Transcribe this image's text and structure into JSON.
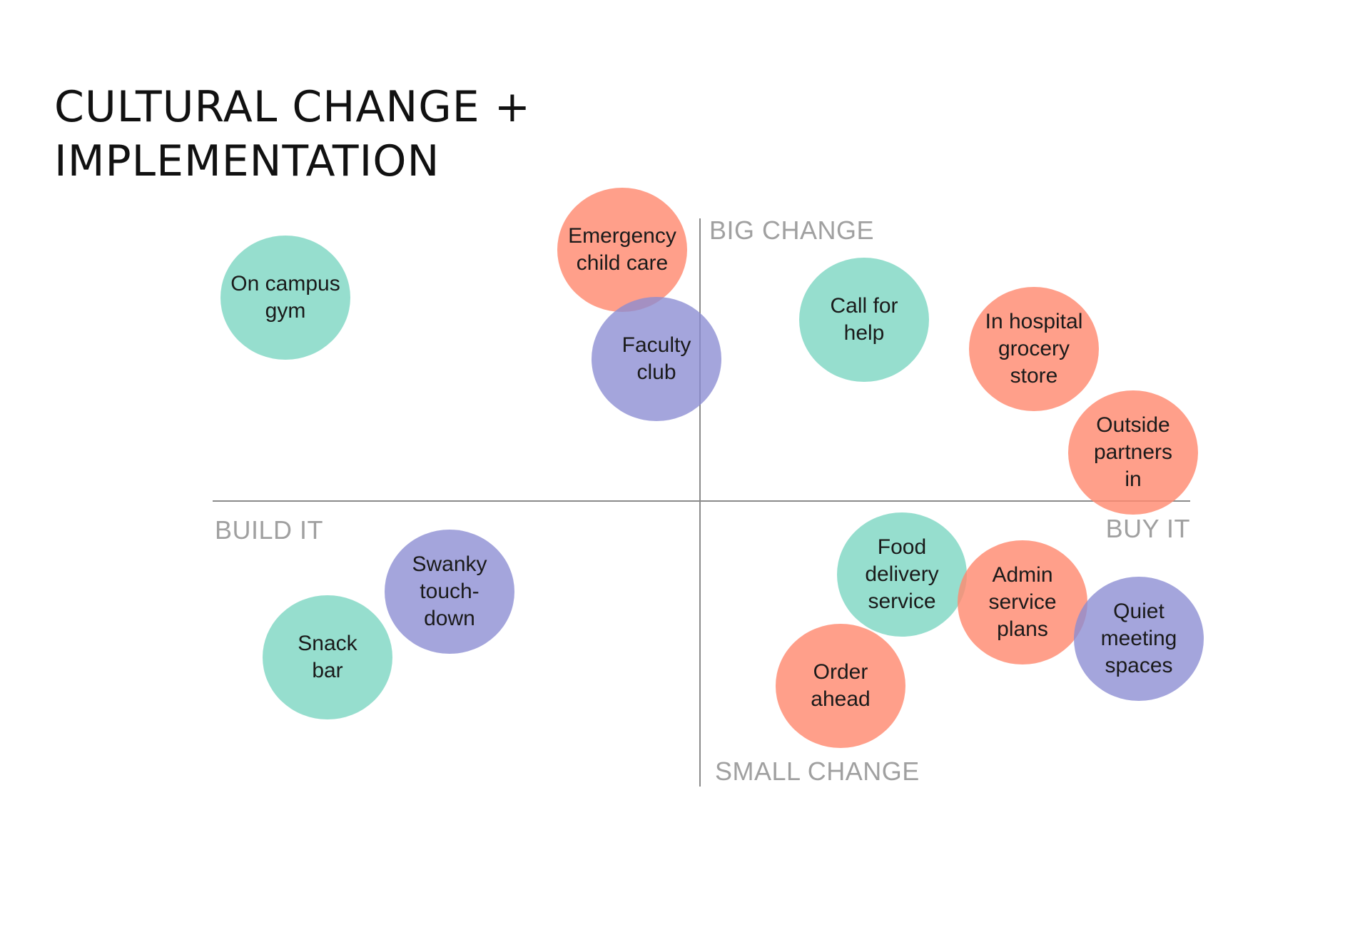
{
  "title": {
    "line1": "CULTURAL CHANGE +",
    "line2": "IMPLEMENTATION"
  },
  "axes": {
    "top": "BIG CHANGE",
    "bottom": "SMALL CHANGE",
    "left": "BUILD IT",
    "right": "BUY IT"
  },
  "colors": {
    "teal": "#84d8c6",
    "coral": "#ff8a70",
    "purple": "#8a8cd2",
    "axis": "#8a8a8a",
    "axis_label": "#a0a0a0"
  },
  "bubbles": [
    {
      "label": "On campus\ngym",
      "color": "teal"
    },
    {
      "label": "Emergency\nchild care",
      "color": "coral"
    },
    {
      "label": "Faculty\nclub",
      "color": "purple"
    },
    {
      "label": "Call for\nhelp",
      "color": "teal"
    },
    {
      "label": "In hospital\ngrocery\nstore",
      "color": "coral"
    },
    {
      "label": "Outside\npartners\nin",
      "color": "coral"
    },
    {
      "label": "Swanky\ntouch-\ndown",
      "color": "purple"
    },
    {
      "label": "Snack\nbar",
      "color": "teal"
    },
    {
      "label": "Food\ndelivery\nservice",
      "color": "teal"
    },
    {
      "label": "Admin\nservice\nplans",
      "color": "coral"
    },
    {
      "label": "Quiet\nmeeting\nspaces",
      "color": "purple"
    },
    {
      "label": "Order\nahead",
      "color": "coral"
    }
  ]
}
